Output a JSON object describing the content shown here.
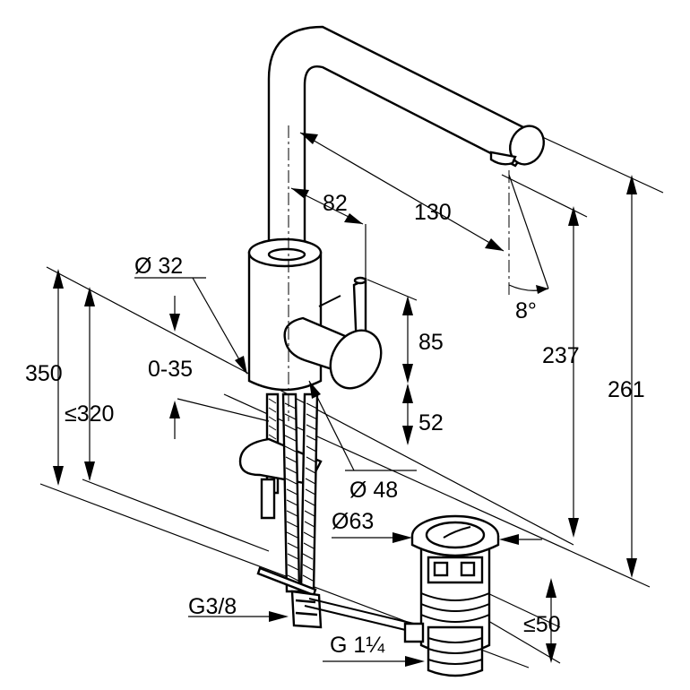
{
  "dimensions": {
    "d_body": "Ø 32",
    "adj_range": "0-35",
    "h_350": "350",
    "h_320": "≤320",
    "d_82": "82",
    "d_130": "130",
    "angle": "8°",
    "h_85": "85",
    "h_52": "52",
    "h_237": "237",
    "h_261": "261",
    "d_48": "Ø 48",
    "d_63": "Ø63",
    "thread_g38": "G3/8",
    "thread_g114": "G 1¼",
    "h_50": "≤50"
  }
}
